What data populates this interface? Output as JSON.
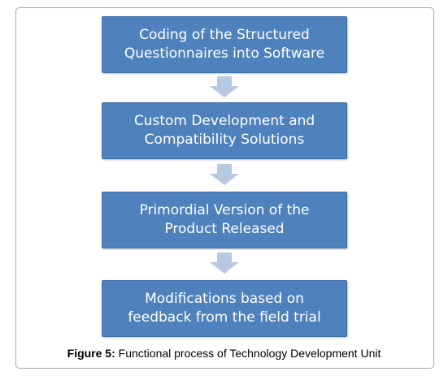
{
  "diagram": {
    "steps": [
      {
        "label": "Coding of the Structured\nQuestionnaires into Software"
      },
      {
        "label": "Custom Development and\nCompatibility Solutions"
      },
      {
        "label": "Primordial Version of the\nProduct Released"
      },
      {
        "label": "Modifications based on\nfeedback from the field trial"
      }
    ],
    "colors": {
      "box_fill": "#4f81bd",
      "arrow_fill": "#b7c8e3",
      "text": "#ffffff"
    }
  },
  "caption": {
    "label": "Figure 5:",
    "text": " Functional process of Technology Development Unit"
  }
}
